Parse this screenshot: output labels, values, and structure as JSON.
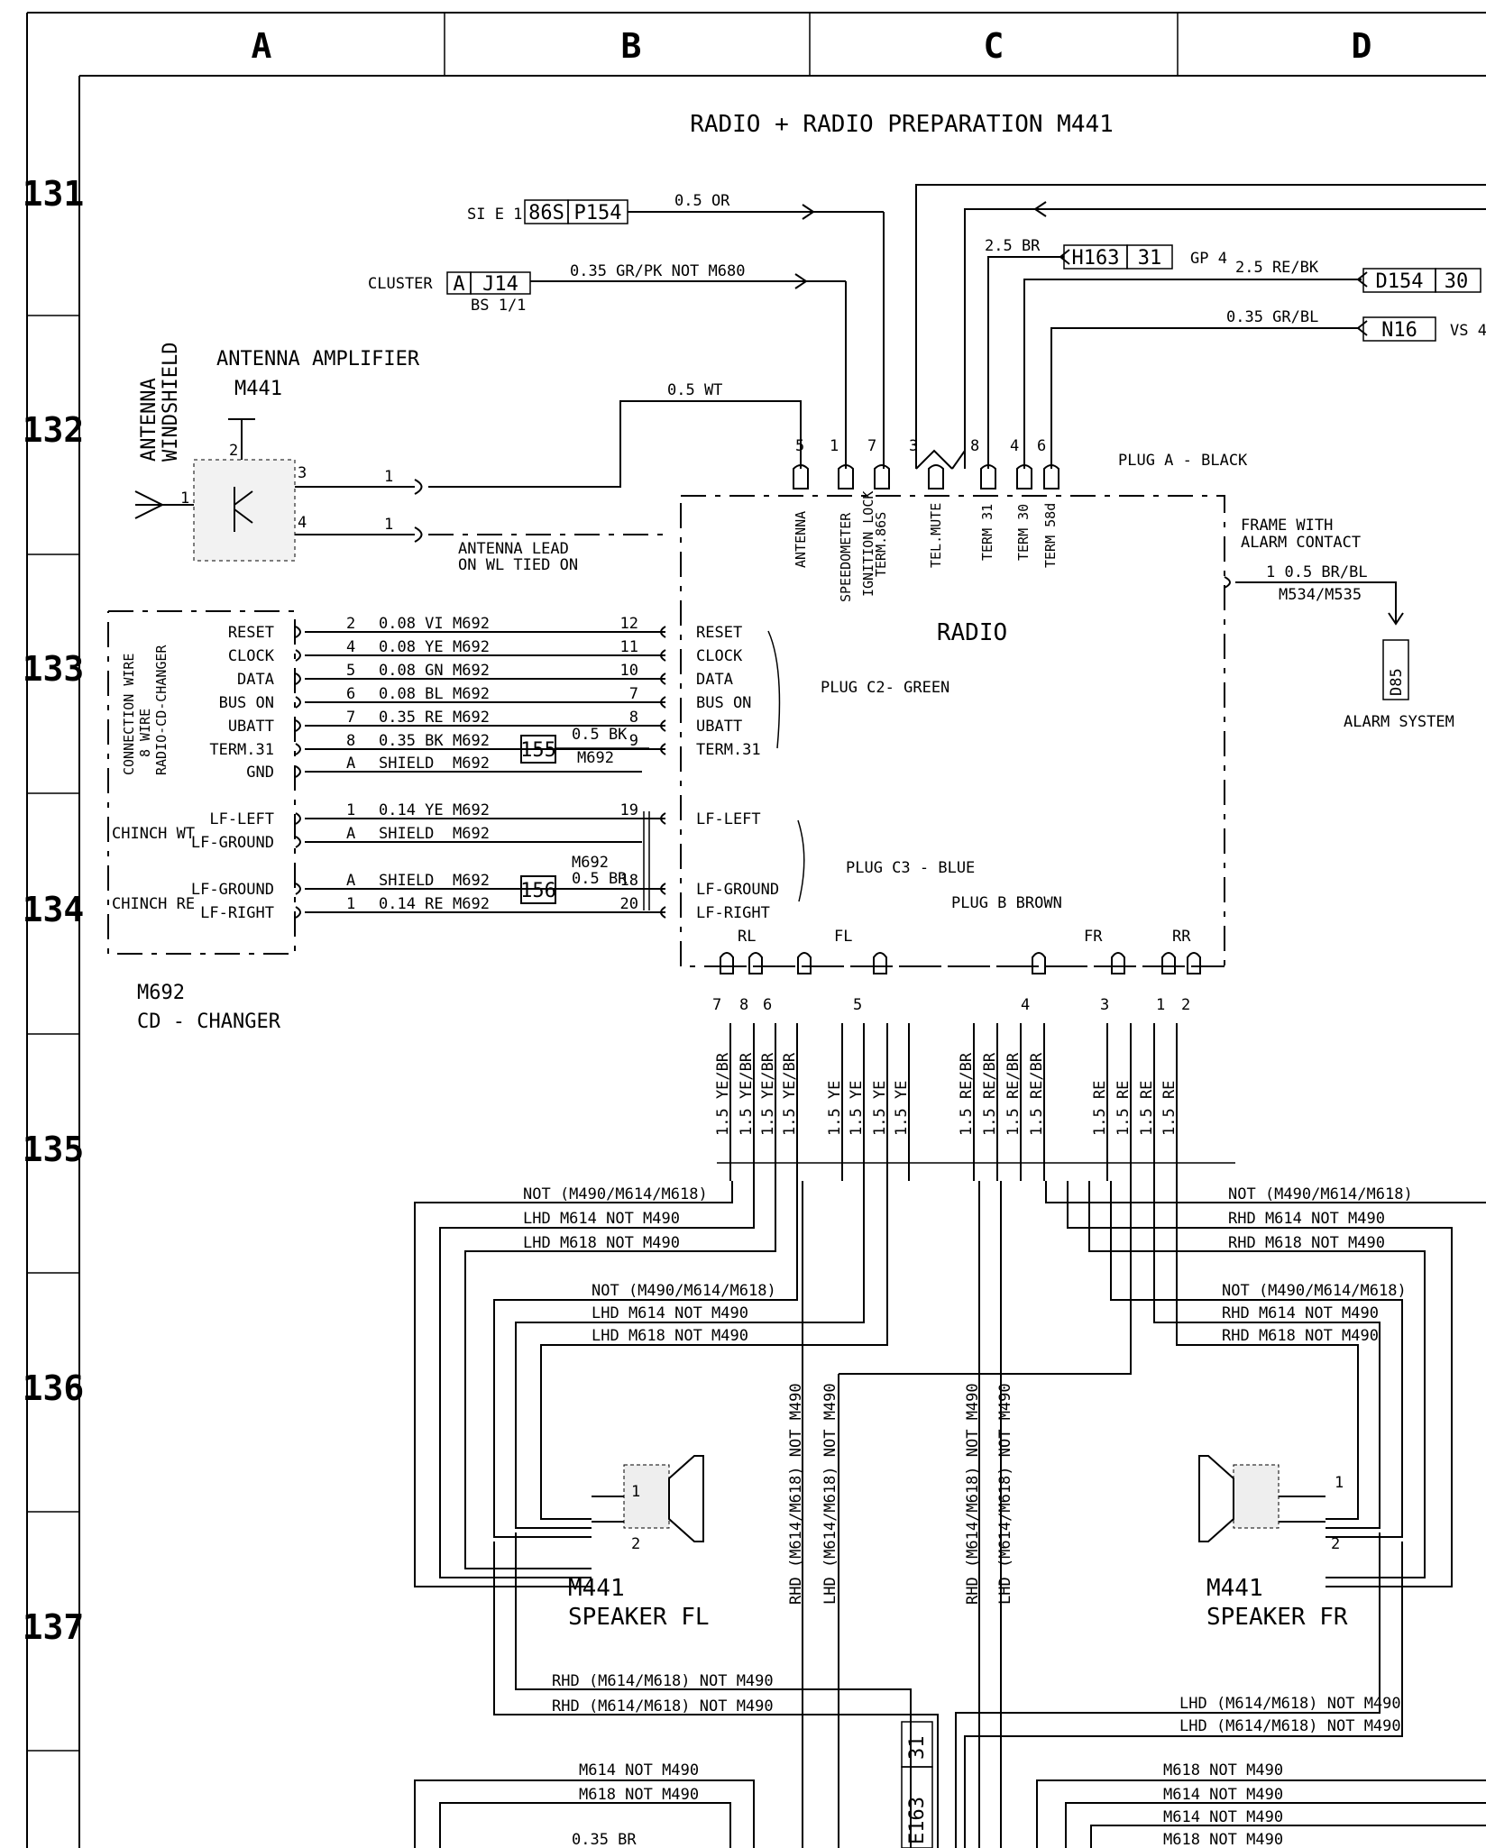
{
  "frame": {
    "columns": [
      "A",
      "B",
      "C",
      "D"
    ],
    "rows": [
      "131",
      "132",
      "133",
      "134",
      "135",
      "136",
      "137"
    ]
  },
  "title": "RADIO + RADIO PREPARATION M441",
  "top_inputs": [
    {
      "source": "SI E 1",
      "box1": "86S",
      "box2": "P154",
      "wire": "0.5 OR"
    },
    {
      "source": "CLUSTER",
      "box1": "A",
      "box2": "J14",
      "sub": "BS 1/1",
      "wire": "0.35 GR/PK  NOT M680"
    },
    {
      "wire": "2.5 BR",
      "box1": "H163",
      "box2": "31",
      "note": "GP 4"
    },
    {
      "wire": "2.5 RE/BK",
      "box1": "D154",
      "box2": "30"
    },
    {
      "wire": "0.35 GR/BL",
      "box1": "N16",
      "note": "VS 4"
    }
  ],
  "antenna": {
    "title": "ANTENNA AMPLIFIER",
    "code": "M441",
    "side": "ANTENNA",
    "side2": "WINDSHIELD",
    "wire_top": "0.5 WT",
    "lead": "ANTENNA LEAD",
    "lead2": "ON WL TIED ON",
    "pins": [
      "1",
      "2",
      "3",
      "4"
    ],
    "wire_nums": [
      "1",
      "1"
    ]
  },
  "plug_a": {
    "label": "PLUG  A - BLACK",
    "pins": [
      "5",
      "1",
      "7",
      "3",
      "8",
      "4",
      "6"
    ],
    "terminals": [
      "ANTENNA",
      "SPEEDOMETER",
      "IGNITION LOCK",
      "TERM.86S",
      "TEL.MUTE",
      "TERM 31",
      "TERM 30",
      "TERM 58d"
    ]
  },
  "radio": {
    "label": "RADIO",
    "plug_c2": "PLUG C2-   GREEN",
    "plug_c3": "PLUG C3 - BLUE",
    "plug_b": "PLUG B BROWN",
    "frame": "FRAME WITH",
    "frame2": "ALARM CONTACT",
    "alarm_wire": "1   0.5 BR/BL",
    "alarm_ref": "M534/M535",
    "alarm_box": "D85",
    "alarm_label": "ALARM SYSTEM"
  },
  "cd_changer": {
    "label": "M692",
    "sub": "CD - CHANGER",
    "side": "CONNECTION WIRE",
    "side2": "8 WIRE",
    "side3": "RADIO-CD-CHANGER",
    "chinch_wt": "CHINCH WT",
    "chinch_re": "CHINCH RE",
    "ground1": "155",
    "ground2": "156",
    "g1_wire": "0.5 BK",
    "g1_ref": "M692",
    "g2_ref": "M692",
    "g2_wire": "0.5 BR",
    "rows": [
      {
        "left": "RESET",
        "n": "2",
        "w": "0.08 VI",
        "ref": "M692",
        "p": "12",
        "right": "RESET"
      },
      {
        "left": "CLOCK",
        "n": "4",
        "w": "0.08 YE",
        "ref": "M692",
        "p": "11",
        "right": "CLOCK"
      },
      {
        "left": "DATA",
        "n": "5",
        "w": "0.08 GN",
        "ref": "M692",
        "p": "10",
        "right": "DATA"
      },
      {
        "left": "BUS ON",
        "n": "6",
        "w": "0.08 BL",
        "ref": "M692",
        "p": "7",
        "right": "BUS ON"
      },
      {
        "left": "UBATT",
        "n": "7",
        "w": "0.35 RE",
        "ref": "M692",
        "p": "8",
        "right": "UBATT"
      },
      {
        "left": "TERM.31",
        "n": "8",
        "w": "0.35 BK",
        "ref": "M692",
        "p": "9",
        "right": "TERM.31"
      },
      {
        "left": "GND",
        "n": "A",
        "w": "SHIELD",
        "ref": "M692",
        "p": "",
        "right": ""
      },
      {
        "left": "LF-LEFT",
        "n": "1",
        "w": "0.14 YE",
        "ref": "M692",
        "p": "19",
        "right": "LF-LEFT"
      },
      {
        "left": "LF-GROUND",
        "n": "A",
        "w": "SHIELD",
        "ref": "M692",
        "p": "",
        "right": ""
      },
      {
        "left": "LF-GROUND",
        "n": "A",
        "w": "SHIELD",
        "ref": "M692",
        "p": "18",
        "right": "LF-GROUND"
      },
      {
        "left": "LF-RIGHT",
        "n": "1",
        "w": "0.14 RE",
        "ref": "M692",
        "p": "20",
        "right": "LF-RIGHT"
      }
    ]
  },
  "speaker_plug": {
    "labels": [
      "RL",
      "FL",
      "FR",
      "RR"
    ],
    "pins": [
      "7",
      "8",
      "6",
      "5",
      "4",
      "3",
      "1",
      "2"
    ],
    "wires": [
      "1.5 YE/BR",
      "1.5 YE/BR",
      "1.5 YE/BR",
      "1.5 YE/BR",
      "1.5 YE",
      "1.5 YE",
      "1.5 YE",
      "1.5 YE",
      "1.5 RE/BR",
      "1.5 RE/BR",
      "1.5 RE/BR",
      "1.5 RE/BR",
      "1.5 RE",
      "1.5 RE",
      "1.5 RE",
      "1.5 RE"
    ]
  },
  "variants": {
    "left1": [
      "NOT (M490/M614/M618)",
      "LHD M614 NOT M490",
      "LHD M618 NOT M490"
    ],
    "left2": [
      "NOT (M490/M614/M618)",
      "LHD M614 NOT M490",
      "LHD M618 NOT M490"
    ],
    "right1": [
      "NOT (M490/M614/M618)",
      "RHD M614 NOT M490",
      "RHD M618 NOT M490"
    ],
    "right2": [
      "NOT (M490/M614/M618)",
      "RHD M614 NOT M490",
      "RHD M618 NOT M490"
    ],
    "vertical": [
      "RHD (M614/M618) NOT M490",
      "LHD (M614/M618) NOT M490",
      "RHD (M614/M618) NOT M490",
      "LHD (M614/M618) NOT M490"
    ],
    "bottom_left": [
      "RHD (M614/M618) NOT M490",
      "RHD (M614/M618) NOT M490"
    ],
    "bottom_right": [
      "LHD (M614/M618) NOT M490",
      "LHD (M614/M618) NOT M490"
    ],
    "lower_left": [
      "M614 NOT M490",
      "M618 NOT M490"
    ],
    "lower_right": [
      "M618 NOT M490",
      "M614 NOT M490",
      "M614 NOT M490",
      "M618 NOT M490"
    ],
    "lower_wire": "0.35 BR",
    "bottom_box1": "E163",
    "bottom_box2": "31"
  },
  "speakers": [
    {
      "code": "M441",
      "label": "SPEAKER FL",
      "pins": [
        "1",
        "2"
      ]
    },
    {
      "code": "M441",
      "label": "SPEAKER FR",
      "pins": [
        "1",
        "2"
      ]
    }
  ]
}
